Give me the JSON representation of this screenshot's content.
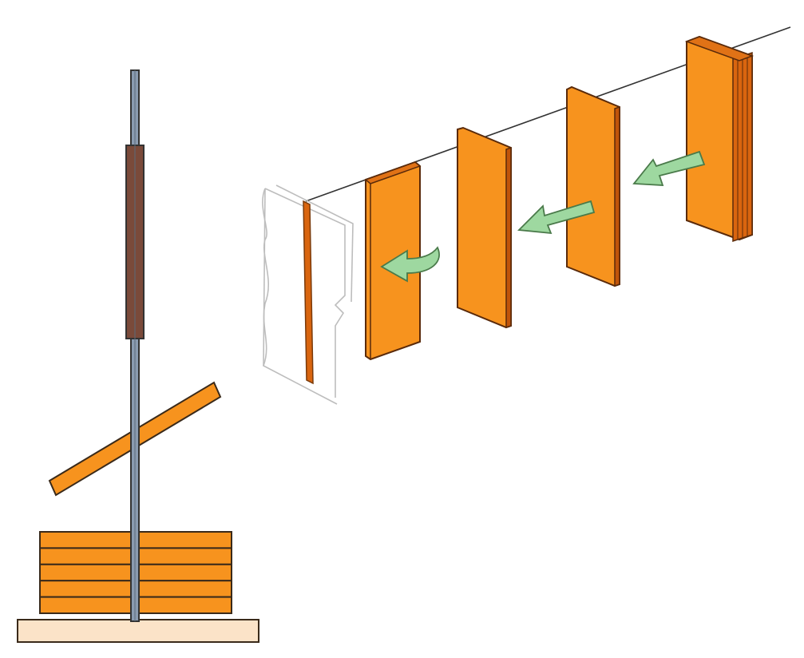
{
  "colors": {
    "background": "#ffffff",
    "plate_orange": "#f7931e",
    "plate_orange_dark": "#d9650f",
    "plate_edge": "#c0540a",
    "outline": "#3a2a1a",
    "rod_gray": "#8a9bb0",
    "sleeve_brown": "#7a4a3a",
    "base_beige": "#fbe3c8",
    "arrow_green": "#9ed8a0",
    "arrow_outline": "#4a7a4a",
    "wire": "#333333",
    "frame_gray": "#bbbbbb"
  },
  "components": {
    "left_assembly": [
      "rod",
      "sleeve",
      "tilted-plate",
      "plate-stack",
      "base-plate"
    ],
    "right_assembly": [
      "wire",
      "plate-1",
      "plate-2",
      "plate-3",
      "plate-stack-right",
      "frame",
      "curved-arrow",
      "arrow-2",
      "arrow-3"
    ]
  },
  "plate_stack": {
    "layer_count": 5
  },
  "icons": [
    "curved-arrow-icon",
    "straight-arrow-icon"
  ]
}
